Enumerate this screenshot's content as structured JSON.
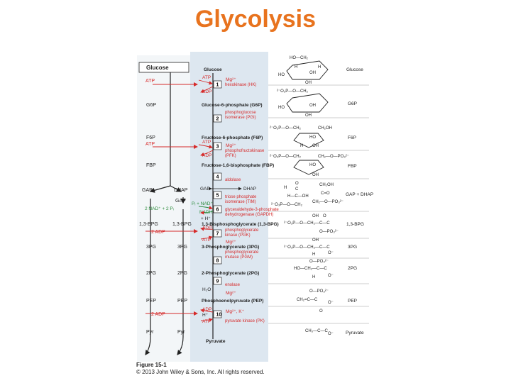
{
  "title": "Glycolysis",
  "colors": {
    "title": "#e8731e",
    "red": "#d62a2a",
    "band": "#dde7f0",
    "pale": "#f3f6f8",
    "ink": "#222222"
  },
  "left": {
    "glucose_box": "Glucose",
    "labels": [
      {
        "id": "l-atp1",
        "text": "ATP",
        "red": true
      },
      {
        "id": "l-g6p",
        "text": "G6P",
        "red": false
      },
      {
        "id": "l-f6p",
        "text": "F6P",
        "red": false
      },
      {
        "id": "l-atp2",
        "text": "ATP",
        "red": true
      },
      {
        "id": "l-fbp",
        "text": "FBP",
        "red": false
      },
      {
        "id": "l-gap",
        "text": "GAP",
        "red": false
      },
      {
        "id": "l-dhap",
        "text": "DHAP",
        "red": false
      },
      {
        "id": "l-gap2",
        "text": "GAP",
        "red": false
      },
      {
        "id": "l-nad",
        "text": "2 NAD⁺ + 2 Pᵢ",
        "red": false
      },
      {
        "id": "l-13bpg-a",
        "text": "1,3-BPG",
        "red": false
      },
      {
        "id": "l-13bpg-b",
        "text": "1,3-BPG",
        "red": false
      },
      {
        "id": "l-2adp1",
        "text": "2 ADP",
        "red": true
      },
      {
        "id": "l-3pg-a",
        "text": "3PG",
        "red": false
      },
      {
        "id": "l-3pg-b",
        "text": "3PG",
        "red": false
      },
      {
        "id": "l-2pg-a",
        "text": "2PG",
        "red": false
      },
      {
        "id": "l-2pg-b",
        "text": "2PG",
        "red": false
      },
      {
        "id": "l-pep-a",
        "text": "PEP",
        "red": false
      },
      {
        "id": "l-pep-b",
        "text": "PEP",
        "red": false
      },
      {
        "id": "l-2adp2",
        "text": "2 ADP",
        "red": true
      },
      {
        "id": "l-pyr-a",
        "text": "Pyr",
        "red": false
      },
      {
        "id": "l-pyr-b",
        "text": "Pyr",
        "red": false
      }
    ]
  },
  "center": {
    "metabolites": [
      "Glucose",
      "Glucose-6-phosphate (G6P)",
      "Fructose-6-phosphate (F6P)",
      "Fructose-1,6-bisphosphate (FBP)",
      "1,3-Bisphosphoglycerate (1,3-BPG)",
      "3-Phosphoglycerate (3PG)",
      "2-Phosphoglycerate (2PG)",
      "Phosphoenolpyruvate (PEP)",
      "Pyruvate"
    ],
    "steps": [
      "1",
      "2",
      "3",
      "4",
      "5",
      "6",
      "7",
      "8",
      "9",
      "10"
    ],
    "enzymes": [
      "hexokinase (HK)",
      "phosphoglucose isomerase (PGI)",
      "phosphofructokinase (PFK)",
      "aldolase",
      "triose phosphate isomerase (TIM)",
      "glyceraldehyde-3-phosphate dehydrogenase (GAPDH)",
      "phosphoglycerate kinase (PGK)",
      "phosphoglycerate mutase (PGM)",
      "enolase",
      "pyruvate kinase (PK)"
    ],
    "cofactors": {
      "atp1": "ATP",
      "mg1": "Mg²⁺",
      "adp1": "ADP",
      "atp3": "ATP",
      "mg3": "Mg²⁺",
      "adp3": "ADP",
      "gap": "GAP",
      "dhap": "DHAP",
      "pi_nad": "Pᵢ + NAD⁺",
      "nadh": "NADH",
      "h1": "+ H⁺",
      "adp7": "ADP",
      "atp7": "ATP",
      "mg7": "Mg²⁺",
      "h2o": "H₂O",
      "mg9": "Mg²⁺",
      "adp10": "ADP",
      "atp10": "ATP",
      "h10": "H⁺",
      "mgk10": "Mg²⁺, K⁺"
    }
  },
  "right": {
    "names": [
      "Glucose",
      "G6P",
      "F6P",
      "FBP",
      "GAP + DHAP",
      "1,3-BPG",
      "3PG",
      "2PG",
      "PEP",
      "Pyruvate"
    ],
    "fragments": {
      "glc": [
        "HO—CH₂",
        "OH",
        "HO",
        "OH",
        "H",
        "H"
      ],
      "g6p": [
        "²⁻O₃P—O—CH₂",
        "OH",
        "HO",
        "OH"
      ],
      "f6p": [
        "²⁻O₃P—O—CH₂",
        "CH₂OH",
        "HO",
        "OH",
        "H"
      ],
      "fbp": [
        "²⁻O₃P—O—CH₂",
        "CH₂—O—PO₃²⁻",
        "HO",
        "OH"
      ],
      "gap": [
        "O",
        "H",
        "C",
        "H—C—OH",
        "²⁻O₃P—O—CH₂"
      ],
      "dhap": [
        "CH₂OH",
        "C=O",
        "CH₂—O—PO₃²⁻"
      ],
      "bpg": [
        "O",
        "²⁻O₃P—O—CH₂—C—C",
        "OH",
        "O—PO₃²⁻"
      ],
      "pg3": [
        "OH",
        "²⁻O₃P—O—CH₂—C—C",
        "H",
        "O⁻"
      ],
      "pg2": [
        "O—PO₃²⁻",
        "HO—CH₂—C—C",
        "H",
        "O⁻"
      ],
      "pep": [
        "O—PO₃²⁻",
        "CH₂=C—C",
        "O⁻"
      ],
      "pyr": [
        "O",
        "CH₃—C—C",
        "O⁻"
      ]
    }
  },
  "caption": {
    "figure": "Figure 15-1",
    "copyright": "© 2013 John Wiley & Sons, Inc. All rights reserved."
  }
}
